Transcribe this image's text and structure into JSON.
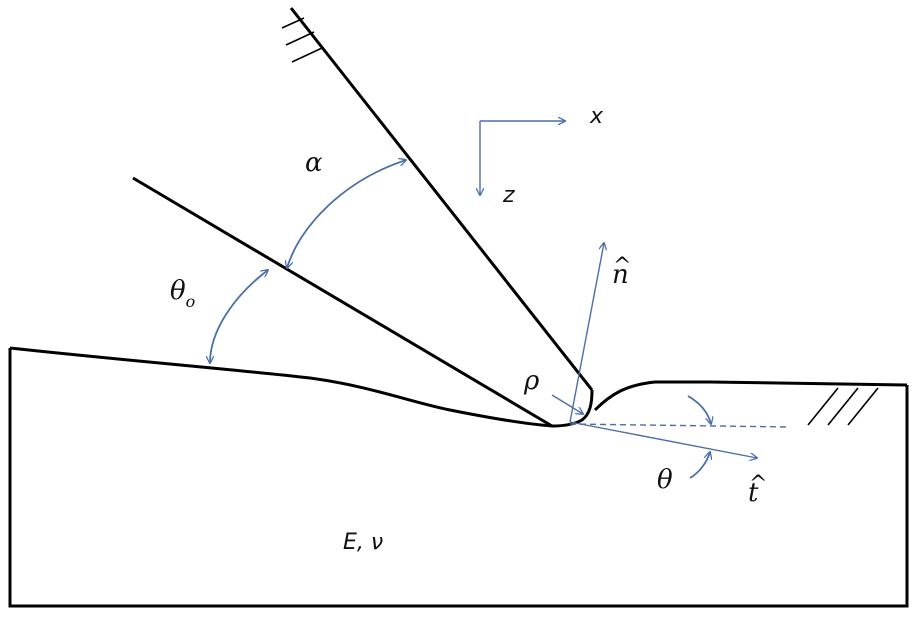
{
  "labels": {
    "alpha": "α",
    "theta_o": "θ",
    "theta_o_sub": "o",
    "x_axis": "x",
    "z_axis": "z",
    "normal": "n",
    "tangent": "t",
    "rho": "ρ",
    "theta": "θ",
    "material": "E, ν"
  },
  "colors": {
    "solid": "#000000",
    "annotation": "#4a6ea9"
  }
}
